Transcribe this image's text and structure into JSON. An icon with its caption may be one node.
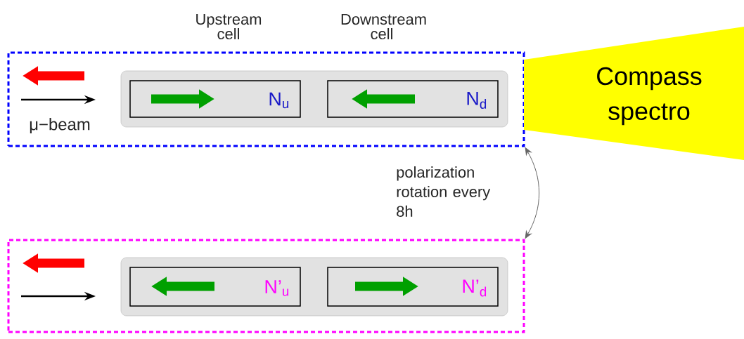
{
  "diagram": {
    "nodes": [
      {
        "text": [],
        "shape": "box"
      },
      {
        "text": [],
        "shape": "box",
        "in": 0
      },
      {
        "text": [
          "Upstream cell",
          "N$_{u}$"
        ],
        "in": 1
      },
      {
        "text": [
          "Downstream cell",
          "N$_{d}$"
        ],
        "in": 1
      },
      {
        "text": [],
        "shape": "box"
      },
      {
        "text": [],
        "shape": "box",
        "in": 4
      },
      {
        "text": [
          "N’$_{u}$"
        ],
        "in": 5
      },
      {
        "text": [
          "N’$_{d}$"
        ],
        "in": 5
      },
      {
        "text": [
          "Compass spectro"
        ]
      }
    ],
    "edges": [
      {
        "from": 0,
        "to": 4,
        "arrow": "both",
        "label": "polarization rotation every 8h"
      }
    ],
    "labels": [
      "μ−beam"
    ]
  }
}
